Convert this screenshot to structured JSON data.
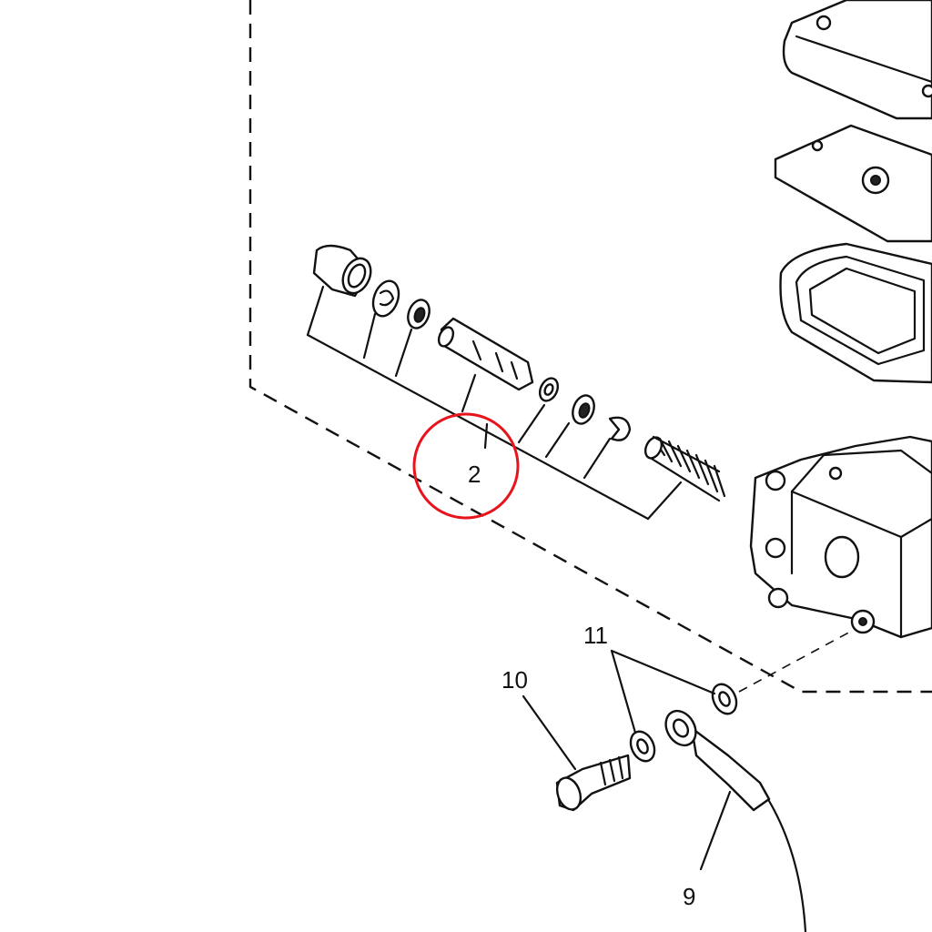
{
  "diagram": {
    "callouts": [
      {
        "id": "2",
        "label": "2",
        "highlighted": true
      },
      {
        "id": "9",
        "label": "9"
      },
      {
        "id": "10",
        "label": "10"
      },
      {
        "id": "11",
        "label": "11"
      }
    ],
    "highlight_color": "#e8141c"
  }
}
